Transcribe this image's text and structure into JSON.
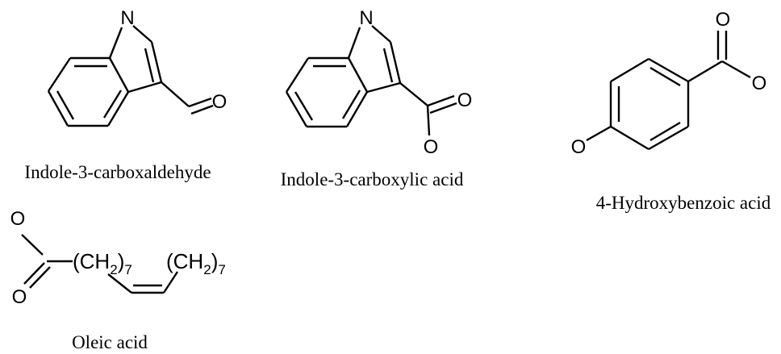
{
  "colors": {
    "ink": "#000000",
    "background": "#ffffff"
  },
  "molecules": [
    {
      "name": "Indole-3-carboxaldehyde",
      "atoms": {
        "n": "N",
        "o": "O"
      }
    },
    {
      "name": "Indole-3-carboxylic acid",
      "atoms": {
        "n": "N",
        "o_carbonyl": "O",
        "o_hydroxyl": "O"
      }
    },
    {
      "name": "4-Hydroxybenzoic acid",
      "atoms": {
        "o_carbonyl": "O",
        "o_acid": "O",
        "o_phenol": "O"
      }
    },
    {
      "name": "Oleic acid",
      "atoms": {
        "o_top": "O",
        "o_bottom": "O"
      },
      "groups": [
        {
          "main": "(CH",
          "sub": "2",
          "close": ")",
          "count": "7"
        },
        {
          "main": "(CH",
          "sub": "2",
          "close": ")",
          "count": "7"
        }
      ]
    }
  ]
}
